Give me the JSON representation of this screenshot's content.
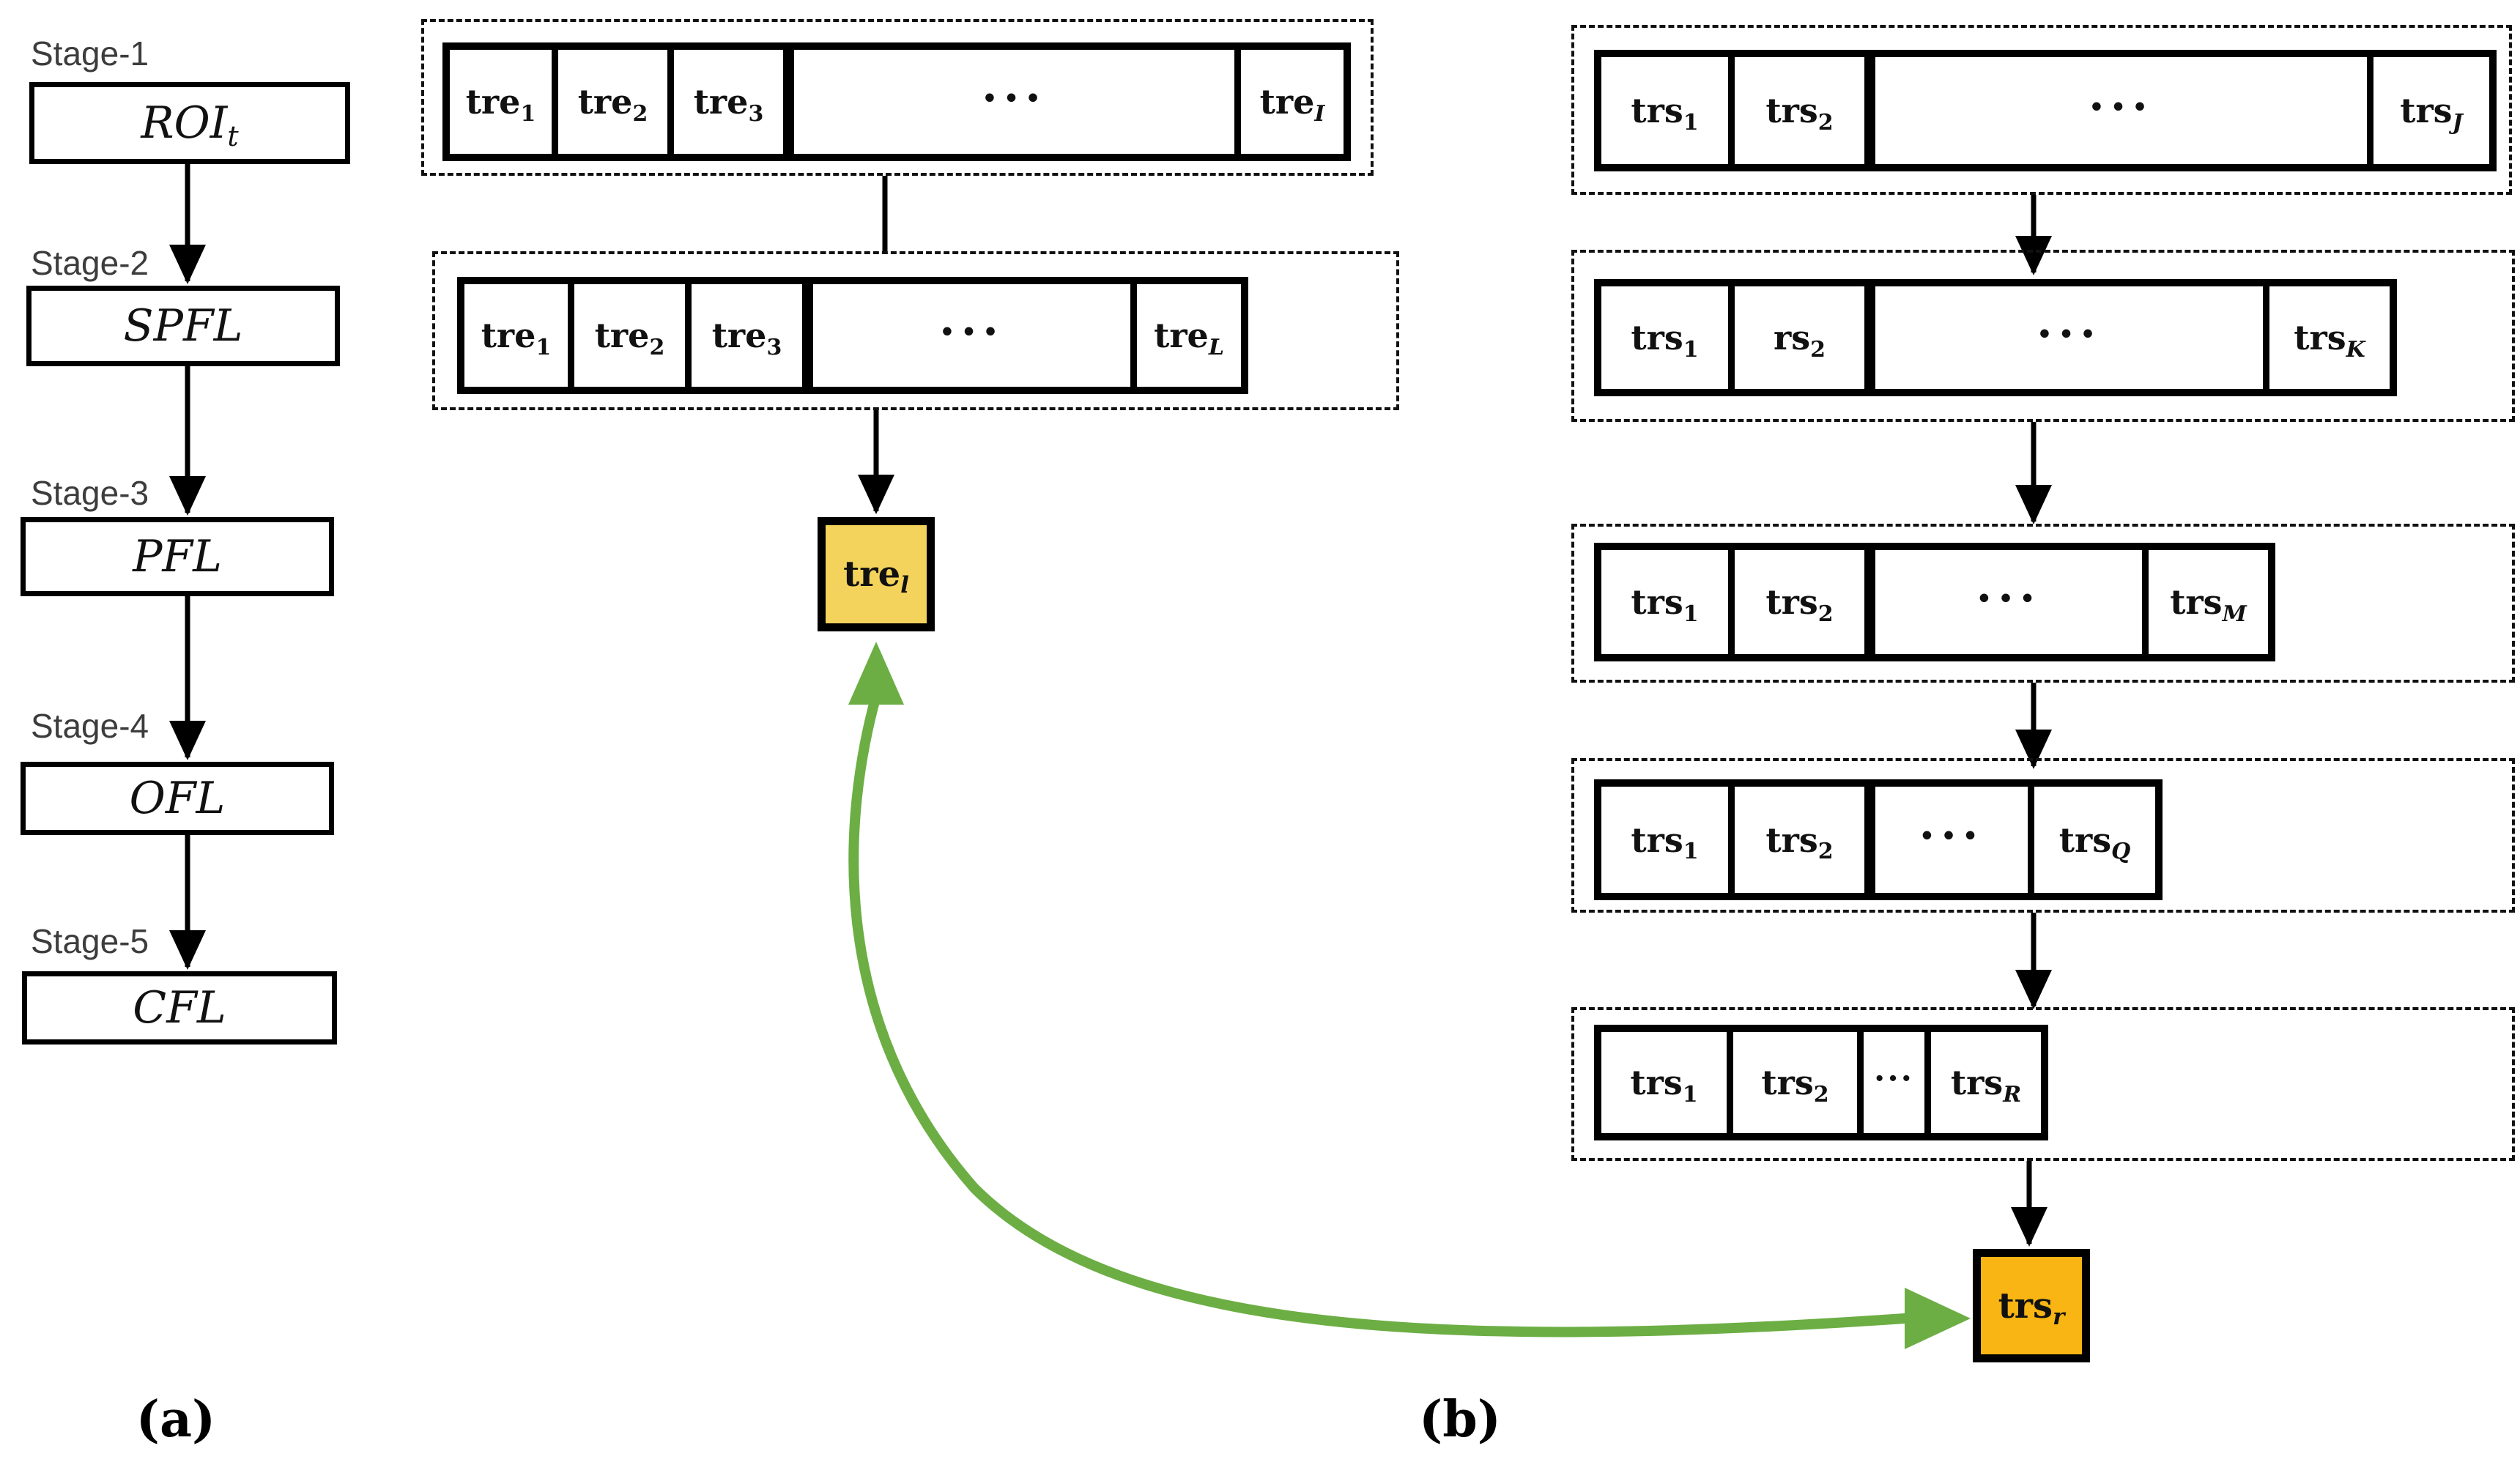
{
  "figure": {
    "panel_a_label": "(a)",
    "panel_b_label": "(b)"
  },
  "colors": {
    "yellow_box": "#F3D35B",
    "orange_box": "#F8B513",
    "green_arrow": "#6CAE44",
    "stage_label": "#3C3C3C"
  },
  "stages": [
    {
      "label": "Stage-1",
      "box": {
        "base": "ROI",
        "sub": "t"
      }
    },
    {
      "label": "Stage-2",
      "box": {
        "base": "SPFL",
        "sub": ""
      }
    },
    {
      "label": "Stage-3",
      "box": {
        "base": "PFL",
        "sub": ""
      }
    },
    {
      "label": "Stage-4",
      "box": {
        "base": "OFL",
        "sub": ""
      }
    },
    {
      "label": "Stage-5",
      "box": {
        "base": "CFL",
        "sub": ""
      }
    }
  ],
  "middle": {
    "rows": [
      {
        "cells": [
          {
            "base": "tre",
            "sub": "1"
          },
          {
            "base": "tre",
            "sub": "2"
          },
          {
            "base": "tre",
            "sub": "3"
          },
          {
            "base": "···",
            "sub": ""
          },
          {
            "base": "tre",
            "sub": "I"
          }
        ]
      },
      {
        "cells": [
          {
            "base": "tre",
            "sub": "1"
          },
          {
            "base": "tre",
            "sub": "2"
          },
          {
            "base": "tre",
            "sub": "3"
          },
          {
            "base": "···",
            "sub": ""
          },
          {
            "base": "tre",
            "sub": "L"
          }
        ]
      }
    ],
    "result_box": {
      "base": "tre",
      "sub": "l"
    }
  },
  "right": {
    "rows": [
      {
        "cells": [
          {
            "base": "trs",
            "sub": "1"
          },
          {
            "base": "trs",
            "sub": "2"
          },
          {
            "base": "···",
            "sub": ""
          },
          {
            "base": "trs",
            "sub": "J"
          }
        ]
      },
      {
        "cells": [
          {
            "base": "trs",
            "sub": "1"
          },
          {
            "base": "rs",
            "sub": "2"
          },
          {
            "base": "···",
            "sub": ""
          },
          {
            "base": "trs",
            "sub": "K"
          }
        ]
      },
      {
        "cells": [
          {
            "base": "trs",
            "sub": "1"
          },
          {
            "base": "trs",
            "sub": "2"
          },
          {
            "base": "···",
            "sub": ""
          },
          {
            "base": "trs",
            "sub": "M"
          }
        ]
      },
      {
        "cells": [
          {
            "base": "trs",
            "sub": "1"
          },
          {
            "base": "trs",
            "sub": "2"
          },
          {
            "base": "···",
            "sub": ""
          },
          {
            "base": "trs",
            "sub": "Q"
          }
        ]
      },
      {
        "cells": [
          {
            "base": "trs",
            "sub": "1"
          },
          {
            "base": "trs",
            "sub": "2"
          },
          {
            "base": "···",
            "sub": ""
          },
          {
            "base": "trs",
            "sub": "R"
          }
        ]
      }
    ],
    "result_box": {
      "base": "trs",
      "sub": "r"
    }
  }
}
